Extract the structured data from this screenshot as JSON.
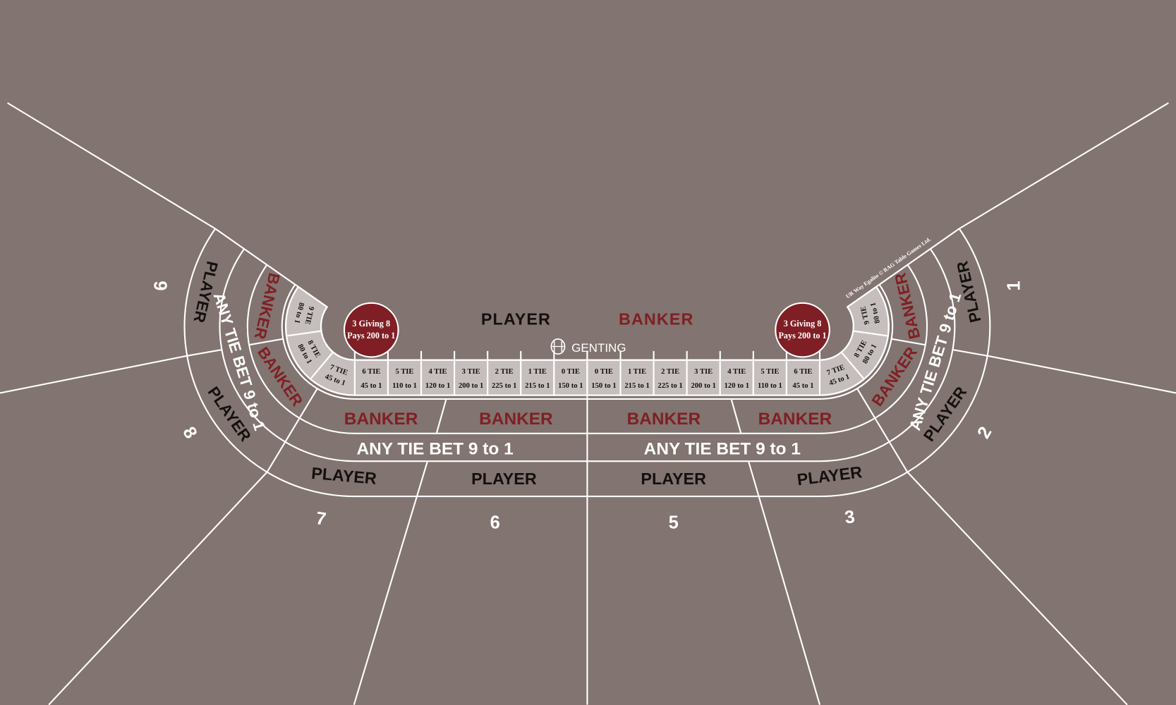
{
  "colors": {
    "felt": "#827470",
    "banker_red": "#7f1f25",
    "player_black": "#141010",
    "tie_cell": "#c6bebd",
    "lines": "#ffffff"
  },
  "top_labels": {
    "player": "PLAYER",
    "banker": "BANKER"
  },
  "brand": {
    "name": "GENTING",
    "logo_icon": "genting-logo-icon"
  },
  "copyright": "UR Way Egalite © RAG Table Games Ltd.",
  "bonus_circles": [
    {
      "line1": "3 Giving 8",
      "line2": "Pays 200 to 1"
    },
    {
      "line1": "3 Giving 8",
      "line2": "Pays 200 to 1"
    }
  ],
  "tie_row": [
    {
      "label": "6 TIE",
      "pays": "45 to 1"
    },
    {
      "label": "5 TIE",
      "pays": "110 to 1"
    },
    {
      "label": "4 TIE",
      "pays": "120 to 1"
    },
    {
      "label": "3 TIE",
      "pays": "200 to 1"
    },
    {
      "label": "2 TIE",
      "pays": "225 to 1"
    },
    {
      "label": "1 TIE",
      "pays": "215 to 1"
    },
    {
      "label": "0 TIE",
      "pays": "150 to 1"
    },
    {
      "label": "0 TIE",
      "pays": "150 to 1"
    },
    {
      "label": "1 TIE",
      "pays": "215 to 1"
    },
    {
      "label": "2 TIE",
      "pays": "225 to 1"
    },
    {
      "label": "3 TIE",
      "pays": "200 to 1"
    },
    {
      "label": "4 TIE",
      "pays": "120 to 1"
    },
    {
      "label": "5 TIE",
      "pays": "110 to 1"
    },
    {
      "label": "6 TIE",
      "pays": "45 to 1"
    }
  ],
  "curved_ties_left": [
    {
      "label": "7 TIE",
      "pays": "45 to 1"
    },
    {
      "label": "8 TIE",
      "pays": "80 to 1"
    },
    {
      "label": "9 TIE",
      "pays": "80 to 1"
    }
  ],
  "curved_ties_right": [
    {
      "label": "7 TIE",
      "pays": "45 to 1"
    },
    {
      "label": "8 TIE",
      "pays": "80 to 1"
    },
    {
      "label": "9 TIE",
      "pays": "80 to 1"
    }
  ],
  "bets": {
    "banker": "BANKER",
    "any_tie": "ANY TIE BET 9 to 1",
    "player": "PLAYER"
  },
  "seats": {
    "s1": "1",
    "s2": "2",
    "s3": "3",
    "s5": "5",
    "s6": "6",
    "s7": "7",
    "s8": "8",
    "s9": "9"
  }
}
